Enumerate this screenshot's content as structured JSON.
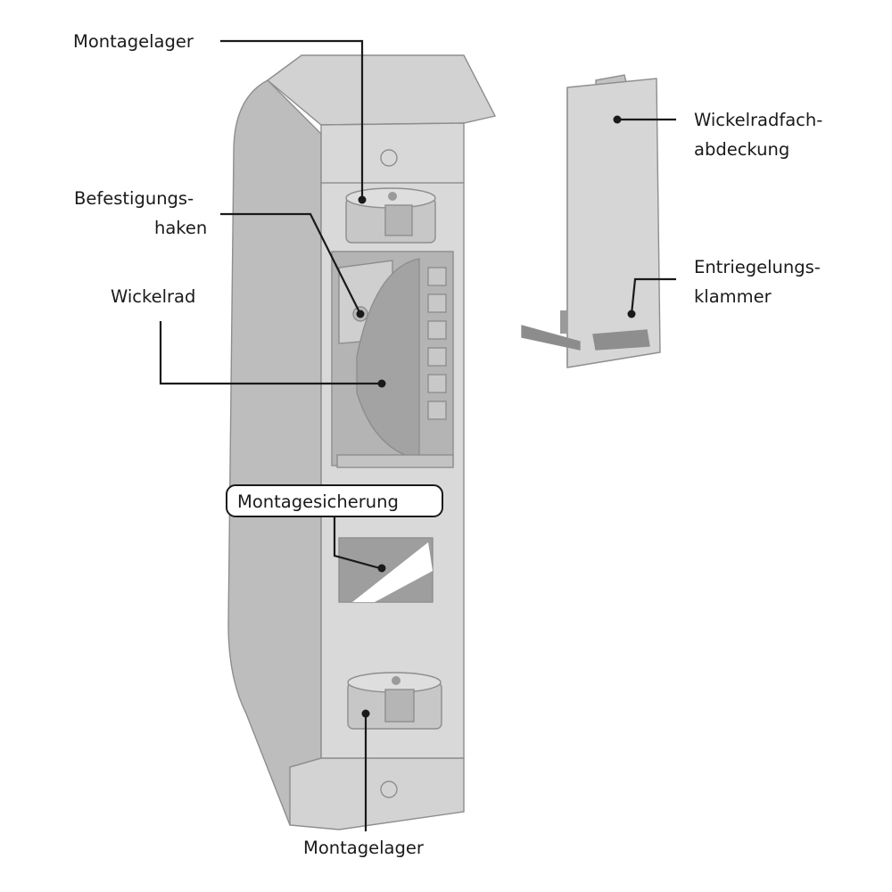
{
  "labels": {
    "montagelager_top": "Montagelager",
    "befestigungshaken_line1": "Befestigungs-",
    "befestigungshaken_line2": "haken",
    "wickelrad": "Wickelrad",
    "montagesicherung": "Montagesicherung",
    "montagelager_bottom": "Montagelager",
    "wickelradfachabdeckung_line1": "Wickelradfach-",
    "wickelradfachabdeckung_line2": "abdeckung",
    "entriegelungsklammer_line1": "Entriegelungs-",
    "entriegelungsklammer_line2": "klammer"
  },
  "colors": {
    "housing": "#c9c9c9",
    "housing_face": "#dcdcdc",
    "housing_dark": "#a9a9a9",
    "text_and_leaders": "#1a1a1a"
  }
}
